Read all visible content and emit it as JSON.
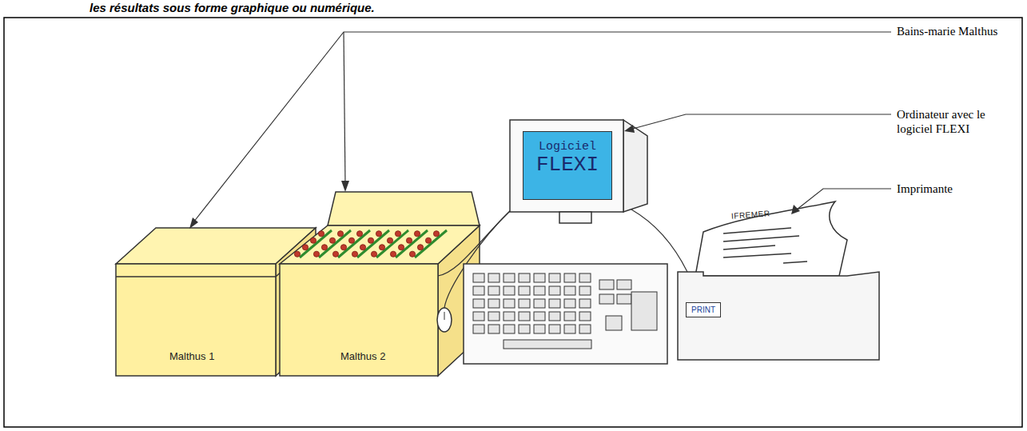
{
  "diagram": {
    "nodes": [
      {
        "text": [
          "Malthus 1"
        ]
      },
      {
        "text": [
          "Malthus 2"
        ]
      },
      {
        "text": [
          "Logiciel",
          "FLEXI"
        ]
      },
      {
        "text": [
          "IFREMER"
        ]
      },
      {
        "text": [
          "PRINT"
        ]
      }
    ],
    "labels": [
      "les résultats sous forme graphique ou numérique.",
      "Bains-marie Malthus",
      "Ordinateur avec le logiciel FLEXI",
      "Imprimante"
    ]
  }
}
